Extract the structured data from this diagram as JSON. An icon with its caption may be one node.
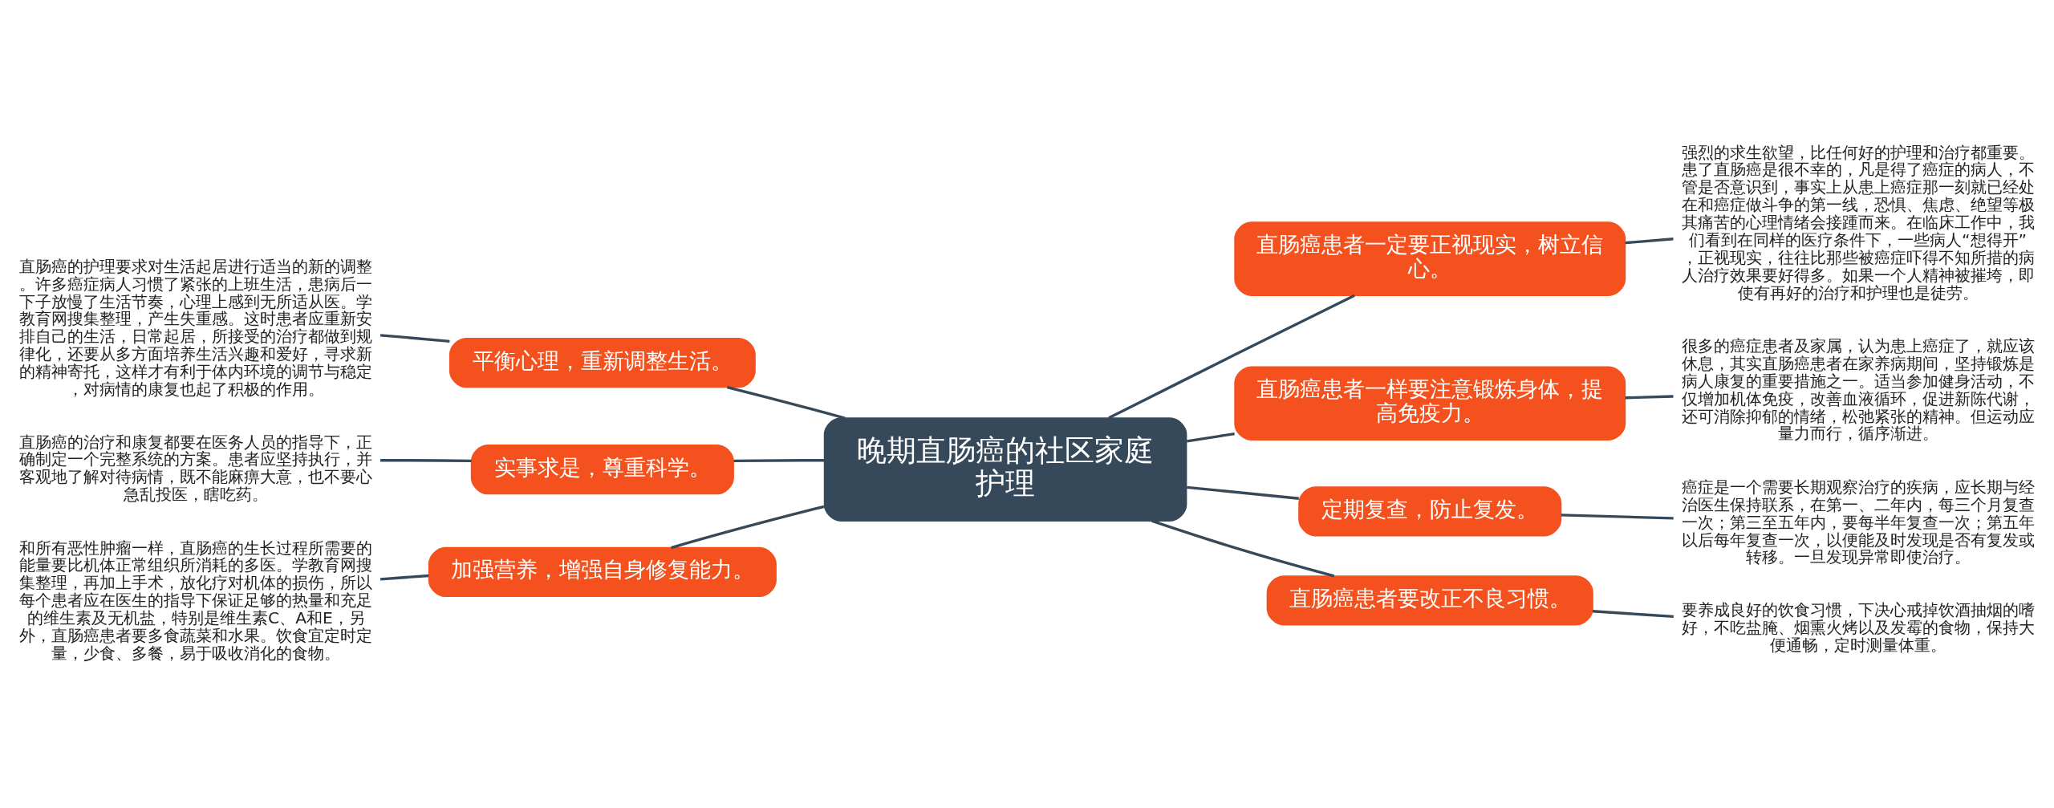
{
  "diagram": {
    "nodes": [
      {
        "text": [
          "晚期直肠癌的社区家庭护理"
        ]
      },
      {
        "text": [
          "直肠癌患者一定要正视现实，树立信心。"
        ]
      },
      {
        "text": [
          "强烈的求生欲望，比任何好的护理和治疗都重要。患了直肠癌是很不幸的，凡是得了癌症的病人，不管是否意识到，事实上从患上癌症那一刻就已经处在和癌症做斗争的第一线，恐惧、焦虑、绝望等极其痛苦的心理情绪会接踵而来。在临床工作中，我们看到在同样的医疗条件下，一些病人“想得开”，正视现实，往往比那些被癌症吓得不知所措的病人治疗效果要好得多。如果一个人精神被摧垮，即使有再好的治疗和护理也是徒劳。"
        ]
      },
      {
        "text": [
          "直肠癌患者一样要注意锻炼身体，提高免疫力。"
        ]
      },
      {
        "text": [
          "很多的癌症患者及家属，认为患上癌症了，就应该休息，其实直肠癌患者在家养病期间，坚持锻炼是病人康复的重要措施之一。适当参加健身活动，不仅增加机体免疫，改善血液循环，促进新陈代谢，还可消除抑郁的情绪，松弛紧张的精神。但运动应量力而行，循序渐进。"
        ]
      },
      {
        "text": [
          "定期复查，防止复发。"
        ]
      },
      {
        "text": [
          "癌症是一个需要长期观察治疗的疾病，应长期与经治医生保持联系，在第一、二年内，每三个月复查一次；第三至五年内，要每半年复查一次；第五年以后每年复查一次，以便能及时发现是否有复发或转移。一旦发现异常即使治疗。"
        ]
      },
      {
        "text": [
          "直肠癌患者要改正不良习惯。"
        ]
      },
      {
        "text": [
          "要养成良好的饮食习惯，下决心戒掉饮酒抽烟的嗜好，不吃盐腌、烟熏火烤以及发霉的食物，保持大便通畅，定时测量体重。"
        ]
      },
      {
        "text": [
          "平衡心理，重新调整生活。"
        ]
      },
      {
        "text": [
          "直肠癌的护理要求对生活起居进行适当的新的调整。许多癌症病人习惯了紧张的上班生活，患病后一下子放慢了生活节奏，心理上感到无所适从医。学教育网搜集整理，产生失重感。这时患者应重新安排自己的生活，日常起居，所接受的治疗都做到规律化，还要从多方面培养生活兴趣和爱好，寻求新的精神寄托，这样才有利于体内环境的调节与稳定，对病情的康复也起了积极的作用。"
        ]
      },
      {
        "text": [
          "实事求是，尊重科学。"
        ]
      },
      {
        "text": [
          "直肠癌的治疗和康复都要在医务人员的指导下，正确制定一个完整系统的方案。患者应坚持执行，并客观地了解对待病情，既不能麻痹大意，也不要心急乱投医，瞎吃药。"
        ]
      },
      {
        "text": [
          "加强营养，增强自身修复能力。"
        ]
      },
      {
        "text": [
          "和所有恶性肿瘤一样，直肠癌的生长过程所需要的能量要比机体正常组织所消耗的多医。学教育网搜集整理，再加上手术，放化疗对机体的损伤，所以每个患者应在医生的指导下保证足够的热量和充足的维生素及无机盐，特别是维生素C、A和E，另外，直肠癌患者要多食蔬菜和水果。饮食宜定时定量，少食、多餐，易于吸收消化的食物。"
        ]
      }
    ],
    "edges": [
      {
        "from": 0,
        "to": 1,
        "arrow": "none"
      },
      {
        "from": 1,
        "to": 2,
        "arrow": "none"
      },
      {
        "from": 0,
        "to": 3,
        "arrow": "none"
      },
      {
        "from": 3,
        "to": 4,
        "arrow": "none"
      },
      {
        "from": 0,
        "to": 5,
        "arrow": "none"
      },
      {
        "from": 5,
        "to": 6,
        "arrow": "none"
      },
      {
        "from": 0,
        "to": 7,
        "arrow": "none"
      },
      {
        "from": 7,
        "to": 8,
        "arrow": "none"
      },
      {
        "from": 0,
        "to": 9,
        "arrow": "none"
      },
      {
        "from": 9,
        "to": 10,
        "arrow": "none"
      },
      {
        "from": 0,
        "to": 11,
        "arrow": "none"
      },
      {
        "from": 11,
        "to": 12,
        "arrow": "none"
      },
      {
        "from": 0,
        "to": 13,
        "arrow": "none"
      },
      {
        "from": 13,
        "to": 14,
        "arrow": "none"
      }
    ]
  }
}
